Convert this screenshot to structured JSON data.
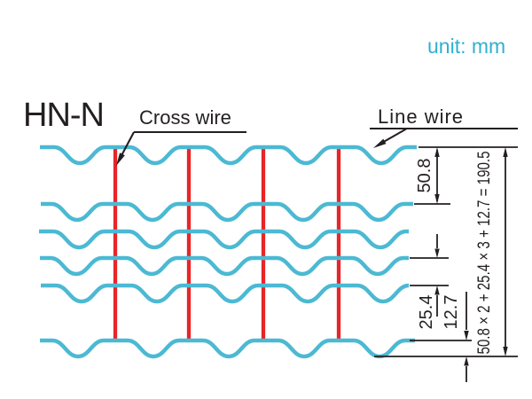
{
  "unit_label": "unit: mm",
  "title": "HN-N",
  "callouts": {
    "cross_wire": "Cross wire",
    "line_wire": "Line wire"
  },
  "dimensions": {
    "spacing_top": "50.8",
    "spacing_mid": "25.4",
    "spacing_bottom": "12.7",
    "total_formula": "50.8 × 2 + 25.4 × 3 + 12.7 = 190.5"
  },
  "mesh": {
    "line_wire_count": 6,
    "cross_wire_count": 4
  },
  "colors": {
    "line_wire": "#4cb9d3",
    "cross_wire": "#e82528",
    "accent_text": "#31afd2",
    "ink": "#231f20"
  }
}
